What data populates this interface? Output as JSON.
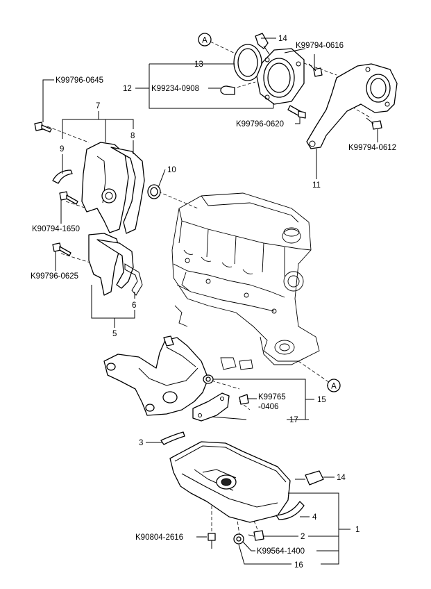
{
  "callouts": {
    "ref_a": "A",
    "p1": "1",
    "p2": "2",
    "p3": "3",
    "p4": "4",
    "p5": "5",
    "p6": "6",
    "p7": "7",
    "p8": "8",
    "p9": "9",
    "p10": "10",
    "p11": "11",
    "p12": "12",
    "p13": "13",
    "p14": "14",
    "p15": "15",
    "p16": "16",
    "p17": "17"
  },
  "part_numbers": {
    "k99794_0616": "K99794-0616",
    "k99796_0645": "K99796-0645",
    "k99234_0908": "K99234-0908",
    "k99796_0620": "K99796-0620",
    "k99794_0612": "K99794-0612",
    "k90794_1650": "K90794-1650",
    "k99796_0625": "K99796-0625",
    "k99765_0406_line1": "K99765",
    "k99765_0406_line2": "-0406",
    "k90804_2616": "K90804-2616",
    "k99564_1400": "K99564-1400"
  }
}
